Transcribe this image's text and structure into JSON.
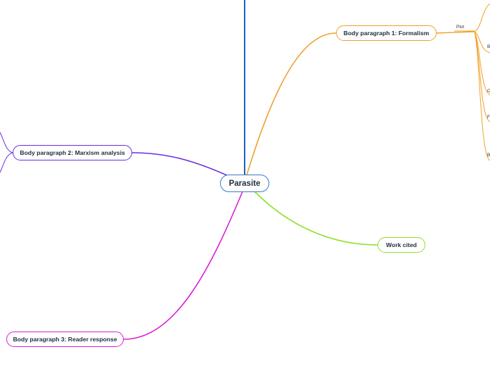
{
  "central": {
    "label": "Parasite",
    "color": "#3a78c9"
  },
  "branches": [
    {
      "id": "formalism",
      "label": "Body paragraph 1: Formalism",
      "color": "#f0a02a"
    },
    {
      "id": "marxism",
      "label": "Body paragraph 2: Marxism analysis",
      "color": "#6a2ee0"
    },
    {
      "id": "reader",
      "label": "Body paragraph 3: Reader response",
      "color": "#d81fd6"
    },
    {
      "id": "cited",
      "label": "Work cited",
      "color": "#8ee02a"
    }
  ],
  "subtopics": {
    "plot_label": "Plot",
    "truncated_labels": [
      "B",
      "C",
      "F",
      "B"
    ]
  },
  "top_connector_color": "#1f5fc8"
}
